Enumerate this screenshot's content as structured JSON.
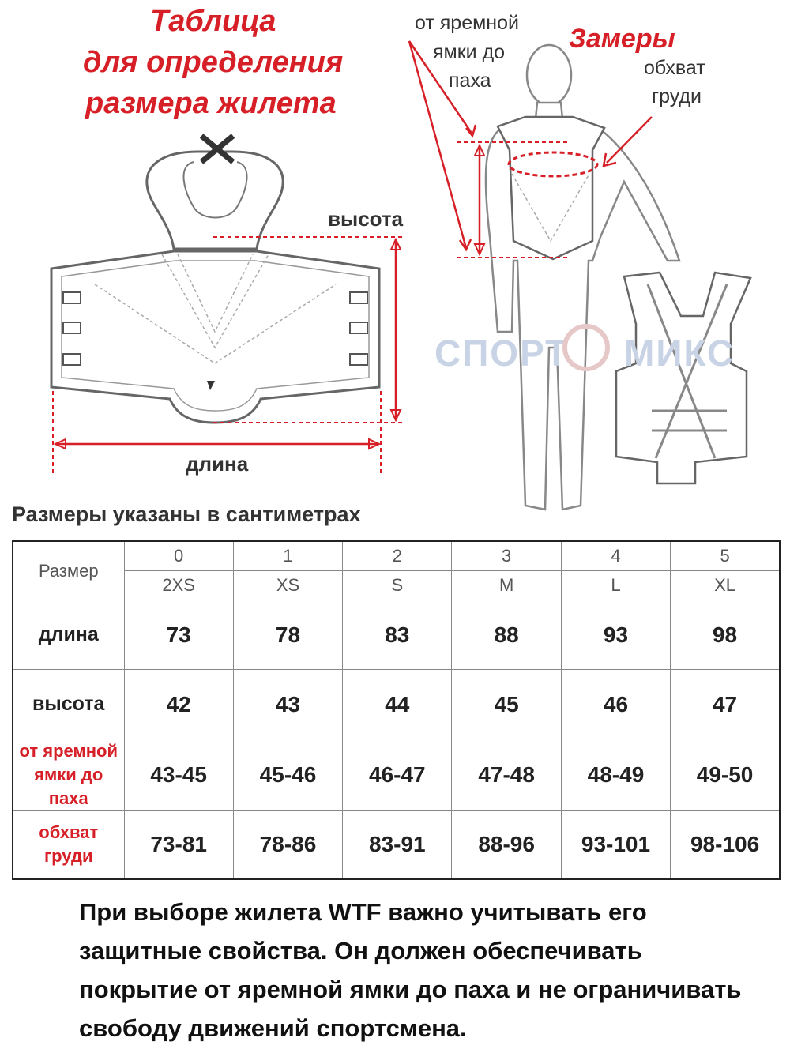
{
  "title": {
    "line1": "Таблица",
    "line2": "для определения",
    "line3": "размера жилета"
  },
  "vest_diagram": {
    "height_label": "высота",
    "length_label": "длина"
  },
  "body_diagram": {
    "title": "Замеры",
    "neck_label_1": "от яремной",
    "neck_label_2": "ямки до",
    "neck_label_3": "паха",
    "chest_label_1": "обхват",
    "chest_label_2": "груди"
  },
  "watermark": {
    "left": "СПОРТ",
    "right": "МИКС"
  },
  "subtitle": "Размеры указаны в сантиметрах",
  "table": {
    "corner": "Размер",
    "numbers": [
      "0",
      "1",
      "2",
      "3",
      "4",
      "5"
    ],
    "codes": [
      "2XS",
      "XS",
      "S",
      "M",
      "L",
      "XL"
    ],
    "rows": [
      {
        "label": "длина",
        "red": false,
        "values": [
          "73",
          "78",
          "83",
          "88",
          "93",
          "98"
        ]
      },
      {
        "label": "высота",
        "red": false,
        "values": [
          "42",
          "43",
          "44",
          "45",
          "46",
          "47"
        ]
      },
      {
        "label": "от яремной ямки до паха",
        "red": true,
        "values": [
          "43-45",
          "45-46",
          "46-47",
          "47-48",
          "48-49",
          "49-50"
        ]
      },
      {
        "label": "обхват груди",
        "red": true,
        "values": [
          "73-81",
          "78-86",
          "83-91",
          "88-96",
          "93-101",
          "98-106"
        ]
      }
    ]
  },
  "footer": "При выборе жилета WTF важно учитывать его защитные свойства. Он должен обеспечивать покрытие от яремной ямки до паха и не ограничивать свободу движений спортсмена.",
  "colors": {
    "accent_red": "#d61f26",
    "watermark": "#c9d3e6"
  }
}
